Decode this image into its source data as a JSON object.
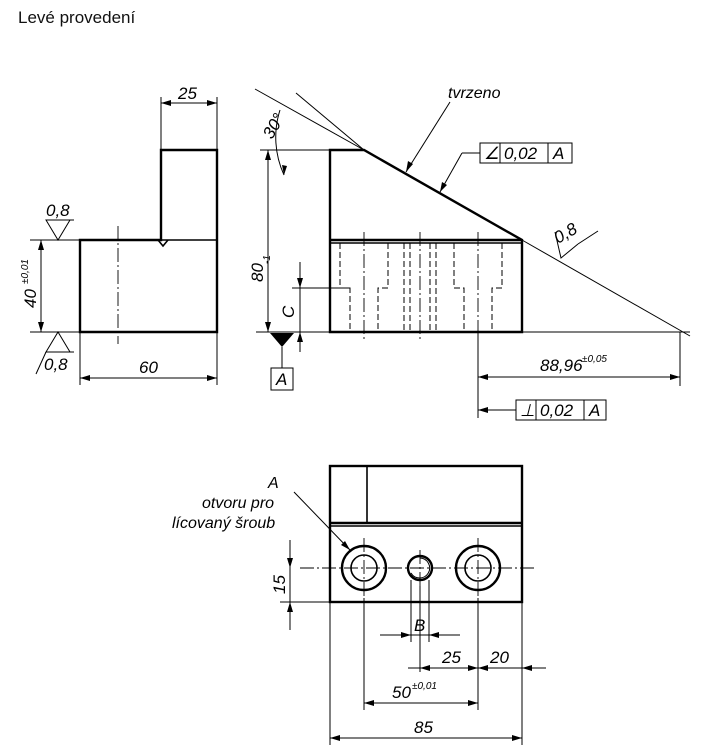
{
  "title": "Levé provedení",
  "side_view": {
    "dim_width_top": "25",
    "dim_width_bottom": "60",
    "dim_height": "40",
    "dim_height_tol": "±0,01",
    "roughness_top": "0,8",
    "roughness_bottom": "0,8"
  },
  "front_view": {
    "angle": "30°",
    "hardened_note": "tvrzeno",
    "angularity": {
      "symbol": "∠",
      "value": "0,02",
      "datum": "A"
    },
    "roughness_slope": "0,8",
    "dim_height": "80",
    "dim_height_tol": "-1",
    "dim_c": "C",
    "datum_label": "A",
    "dim_length": "88,96",
    "dim_length_tol": "±0,05",
    "perpendicularity": {
      "symbol": "⊥",
      "value": "0,02",
      "datum": "A"
    }
  },
  "top_view": {
    "hole_label_a": "A",
    "hole_label_line1": "otvoru pro",
    "hole_label_line2": "lícovaný šroub",
    "dim_15": "15",
    "dim_b": "B",
    "dim_25": "25",
    "dim_20": "20",
    "dim_50": "50",
    "dim_50_tol": "±0,01",
    "dim_85": "85"
  }
}
